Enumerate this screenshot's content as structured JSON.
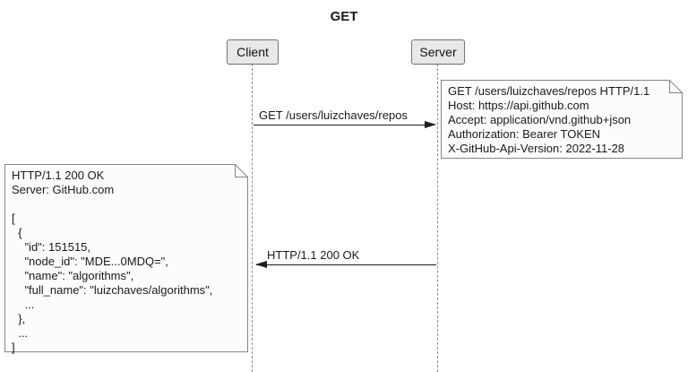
{
  "diagram": {
    "title": "GET",
    "participants": [
      {
        "name": "Client"
      },
      {
        "name": "Server"
      }
    ],
    "messages": [
      {
        "from": "Client",
        "to": "Server",
        "direction": "right",
        "label": "GET /users/luizchaves/repos"
      },
      {
        "from": "Server",
        "to": "Client",
        "direction": "left",
        "label": "HTTP/1.1 200 OK"
      }
    ],
    "notes": [
      {
        "position": "right of Server",
        "text": "GET /users/luizchaves/repos HTTP/1.1\nHost: https://api.github.com\nAccept: application/vnd.github+json\nAuthorization: Bearer TOKEN\nX-GitHub-Api-Version: 2022-11-28"
      },
      {
        "position": "left of Client",
        "text": "HTTP/1.1 200 OK\nServer: GitHub.com\n\n[\n  {\n    \"id\": 151515,\n    \"node_id\": \"MDE...0MDQ=\",\n    \"name\": \"algorithms\",\n    \"full_name\": \"luizchaves/algorithms\",\n    ...\n  },\n  ...\n]"
      }
    ],
    "colors": {
      "actor_fill": "#e8e8e8",
      "actor_border": "#767676",
      "note_fill": "#fcfcfc",
      "note_border": "#858585",
      "lifeline": "#8c8c8c",
      "line": "#1d1d1d",
      "text": "#1a1a1a",
      "background": "#ffffff"
    }
  }
}
